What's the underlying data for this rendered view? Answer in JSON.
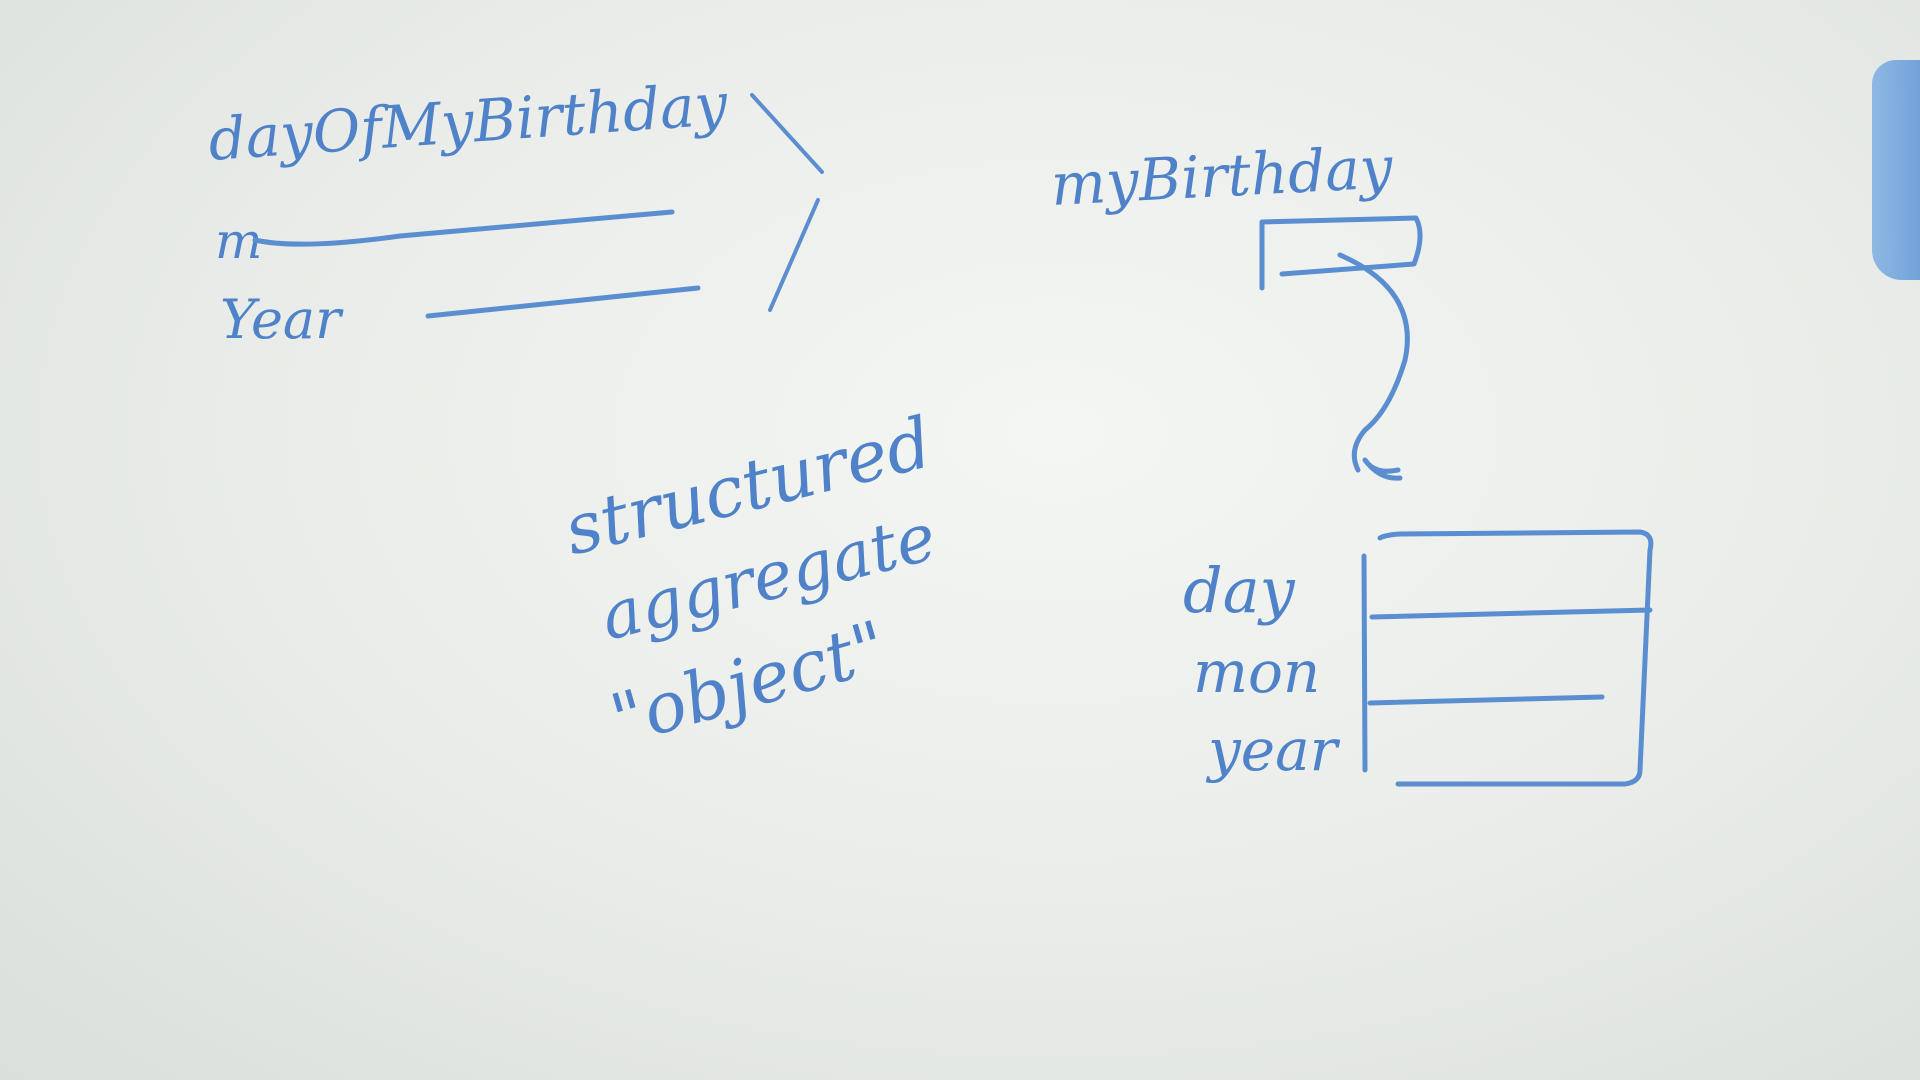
{
  "left_group": {
    "title": "dayOfMyBirthday",
    "row_month": "m",
    "row_year": "Year"
  },
  "center_note": {
    "line1": "structured",
    "line2": "aggregate",
    "line3": "\"object\""
  },
  "right_group": {
    "title": "myBirthday",
    "fields": [
      "day",
      "mon",
      "year"
    ]
  },
  "colors": {
    "ink": "#4f82c8",
    "board": "#eef1ee",
    "cloth": "#6ea4de"
  }
}
